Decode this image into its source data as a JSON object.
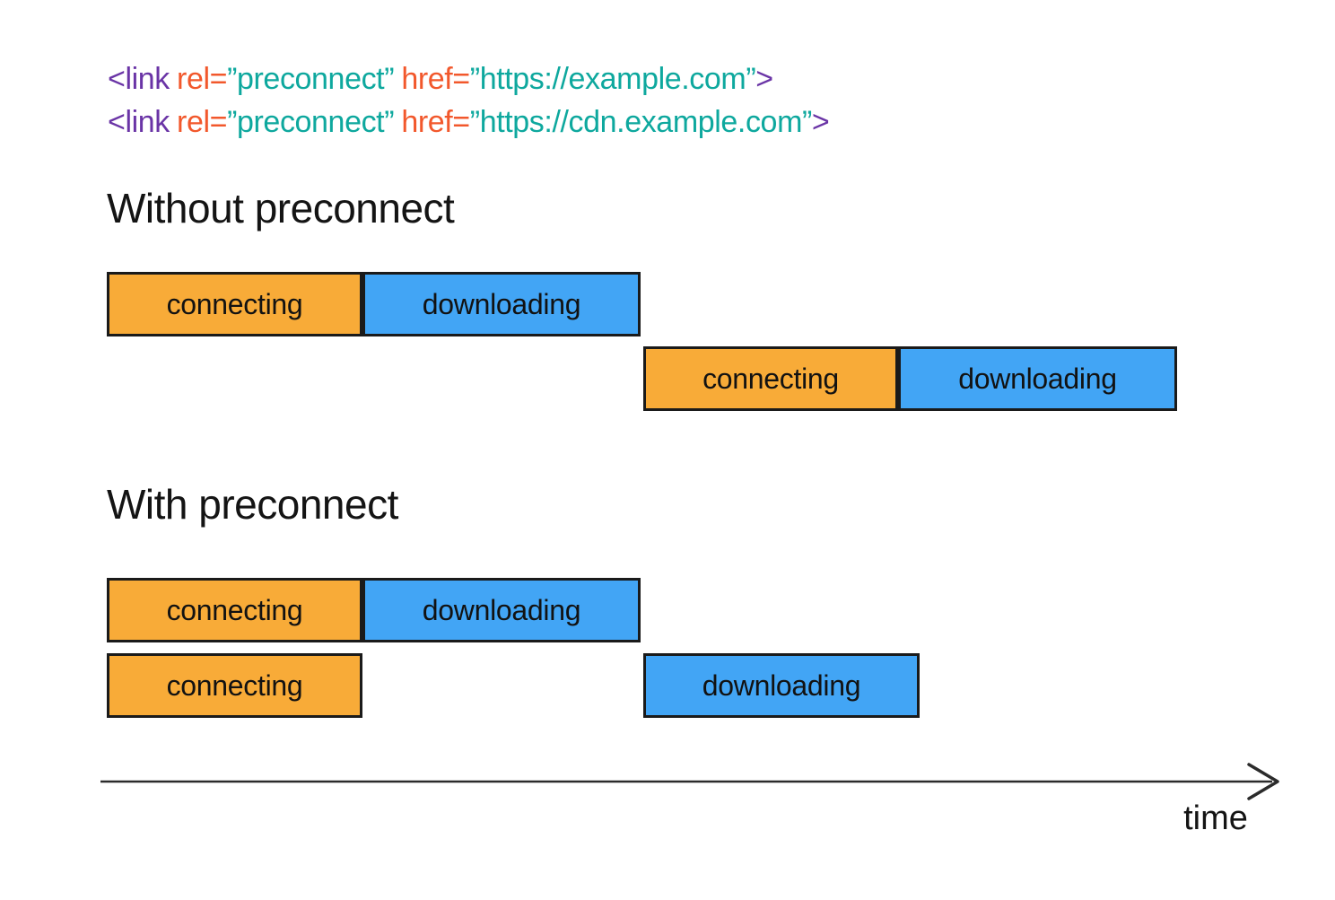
{
  "colors": {
    "orange": "#F8AB38",
    "blue": "#42A5F5",
    "outline": "#1a1a1a",
    "ink": "#141414",
    "code_purple": "#6A34A6",
    "code_orange": "#F2582C",
    "code_teal": "#0EA89E",
    "arrow": "#2b2b2b"
  },
  "code": {
    "lines": [
      {
        "open": "<link",
        "attr1": "rel=",
        "val1": "”preconnect”",
        "attr2": "href=",
        "val2": "”https://example.com”",
        "close": ">"
      },
      {
        "open": "<link",
        "attr1": "rel=",
        "val1": "”preconnect”",
        "attr2": "href=",
        "val2": "”https://cdn.example.com”",
        "close": ">"
      }
    ]
  },
  "sections": [
    {
      "title": "Without preconnect",
      "rows": [
        {
          "bars": [
            {
              "label": "connecting"
            },
            {
              "label": "downloading"
            }
          ]
        },
        {
          "bars": [
            {
              "label": "connecting"
            },
            {
              "label": "downloading"
            }
          ]
        }
      ]
    },
    {
      "title": "With preconnect",
      "rows": [
        {
          "bars": [
            {
              "label": "connecting"
            },
            {
              "label": "downloading"
            }
          ]
        },
        {
          "bars": [
            {
              "label": "connecting"
            },
            {
              "label": "downloading"
            }
          ]
        }
      ]
    }
  ],
  "axis": {
    "label": "time"
  }
}
